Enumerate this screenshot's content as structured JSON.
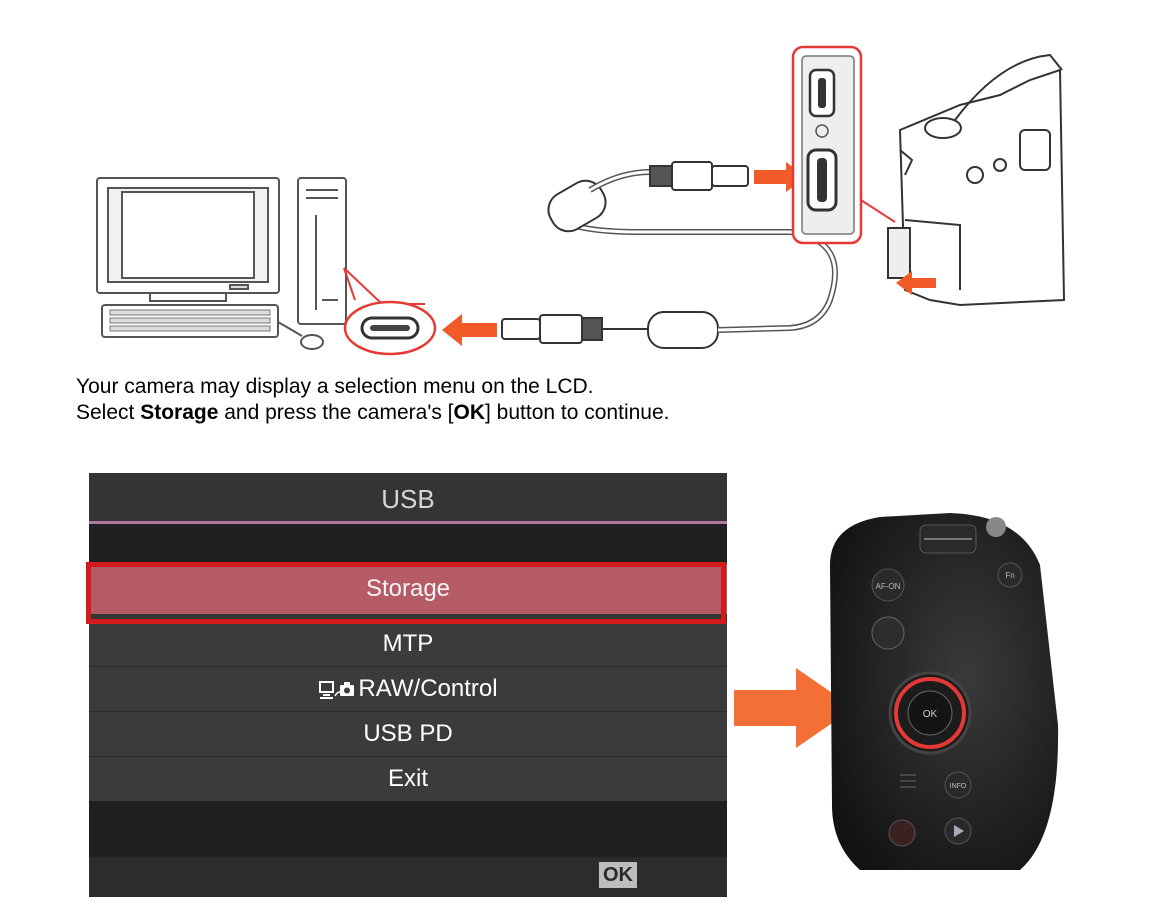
{
  "instructions": {
    "line1": "Your camera may display a selection menu on the LCD.",
    "line2_prefix": "Select ",
    "line2_bold": "Storage",
    "line2_mid": " and press the camera's [",
    "line2_ok": "OK",
    "line2_suffix": "] button to continue."
  },
  "lcd_menu": {
    "title": "USB",
    "items": [
      {
        "label": "Storage",
        "selected": true
      },
      {
        "label": "MTP",
        "selected": false
      },
      {
        "label": "RAW/Control",
        "selected": false,
        "icon": "pc-camera-icon"
      },
      {
        "label": "USB PD",
        "selected": false
      },
      {
        "label": "Exit",
        "selected": false
      }
    ],
    "ok_label": "OK"
  },
  "camera_buttons": {
    "af_on": "AF-ON",
    "fn": "Fn",
    "ok": "OK",
    "info": "INFO"
  },
  "colors": {
    "highlight_red": "#d41b1b",
    "arrow_orange": "#f15a29",
    "selected_row": "#b45b66",
    "menu_bg": "#343434"
  }
}
